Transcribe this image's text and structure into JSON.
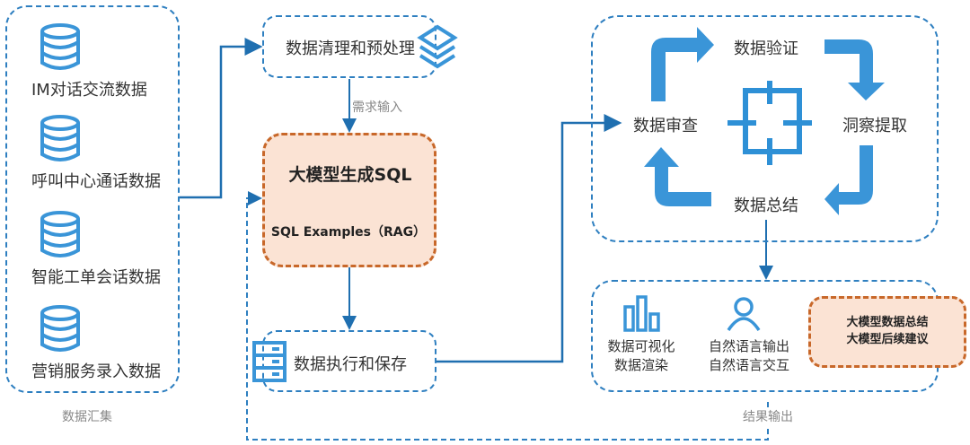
{
  "sources": {
    "items": [
      {
        "label": "IM对话交流数据"
      },
      {
        "label": "呼叫中心通话数据"
      },
      {
        "label": "智能工单会话数据"
      },
      {
        "label": "营销服务录入数据"
      }
    ],
    "caption": "数据汇集"
  },
  "cleaning": {
    "label": "数据清理和预处理"
  },
  "requirement_label": "需求输入",
  "llm_sql": {
    "title": "大模型生成SQL",
    "subtitle": "SQL Examples（RAG）"
  },
  "execute": {
    "label": "数据执行和保存"
  },
  "cycle": {
    "review": "数据审查",
    "verify": "数据验证",
    "insight": "洞察提取",
    "summary": "数据总结"
  },
  "output": {
    "visual": {
      "line1": "数据可视化",
      "line2": "数据渲染"
    },
    "nl": {
      "line1": "自然语言输出",
      "line2": "自然语言交互"
    },
    "llm": {
      "line1": "大模型数据总结",
      "line2": "大模型后续建议"
    },
    "caption": "结果输出"
  },
  "colors": {
    "blue": "#2e7fc0",
    "icon_blue": "#3a95d8",
    "orange": "#c8682a",
    "orange_fill": "#fbe3d4"
  }
}
